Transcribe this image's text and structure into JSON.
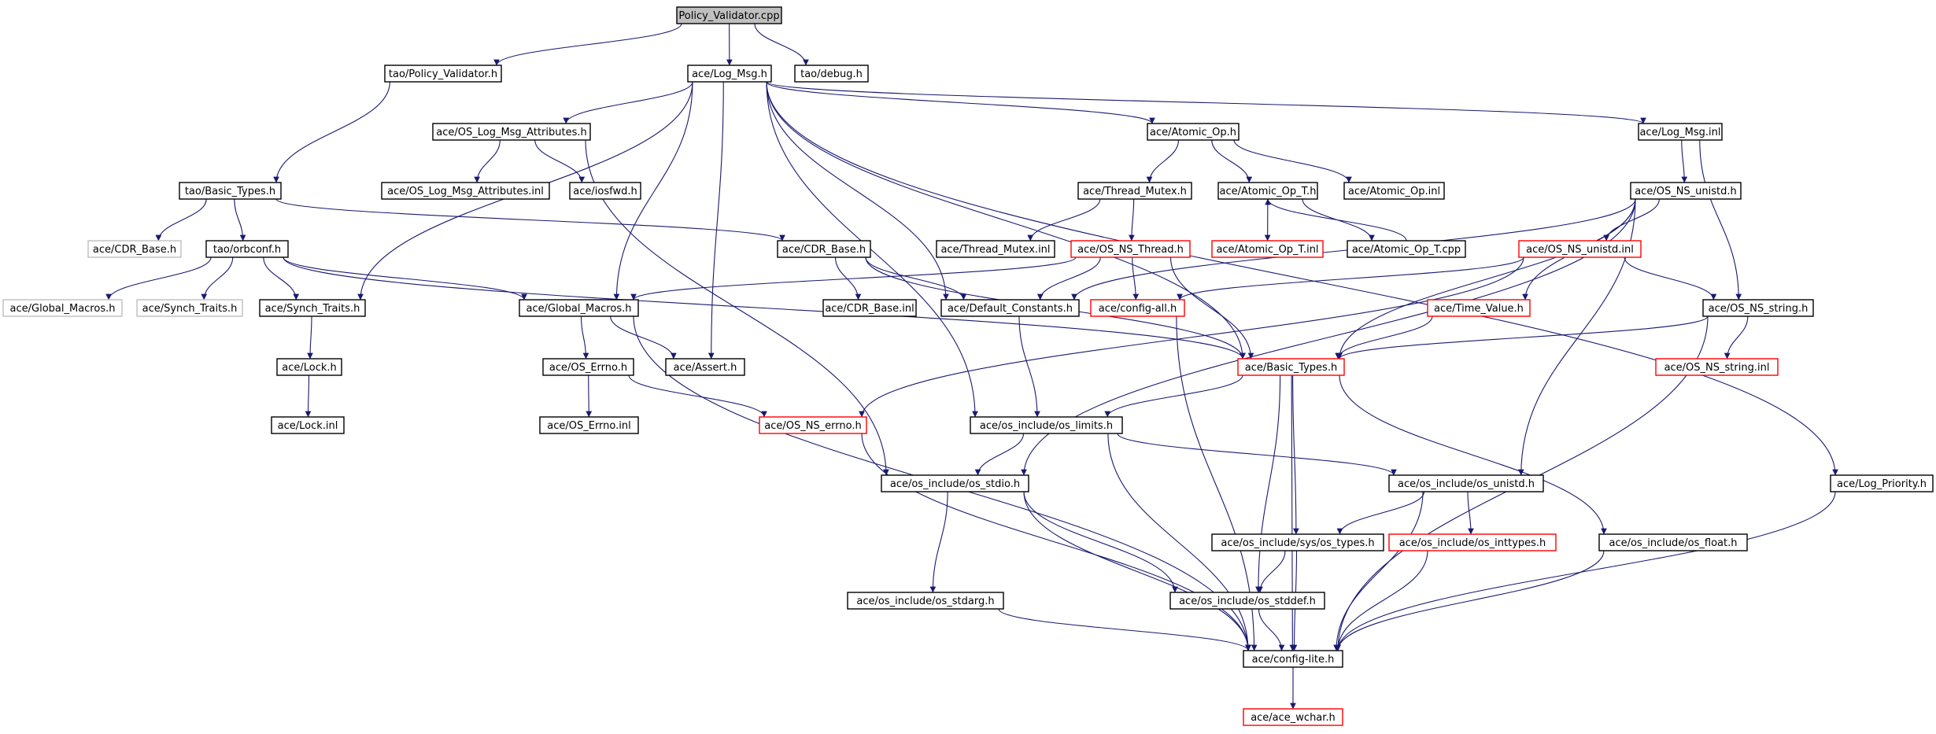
{
  "colors": {
    "edge": "#191970",
    "border_normal": "#000000",
    "border_missing": "#ff0000",
    "border_external": "#bfbfbf",
    "fill_root": "#bfbfbf",
    "fill_node": "#ffffff"
  },
  "nodes": [
    {
      "id": "policy_validator_cpp",
      "label": "Policy_Validator.cpp",
      "kind": "root"
    },
    {
      "id": "tao_policy_validator_h",
      "label": "tao/Policy_Validator.h",
      "kind": "normal"
    },
    {
      "id": "ace_log_msg_h",
      "label": "ace/Log_Msg.h",
      "kind": "normal"
    },
    {
      "id": "tao_debug_h",
      "label": "tao/debug.h",
      "kind": "normal"
    },
    {
      "id": "ace_os_log_msg_attributes_h",
      "label": "ace/OS_Log_Msg_Attributes.h",
      "kind": "normal"
    },
    {
      "id": "ace_atomic_op_h",
      "label": "ace/Atomic_Op.h",
      "kind": "normal"
    },
    {
      "id": "ace_log_msg_inl",
      "label": "ace/Log_Msg.inl",
      "kind": "normal"
    },
    {
      "id": "tao_basic_types_h",
      "label": "tao/Basic_Types.h",
      "kind": "normal"
    },
    {
      "id": "ace_os_log_msg_attributes_inl",
      "label": "ace/OS_Log_Msg_Attributes.inl",
      "kind": "normal"
    },
    {
      "id": "ace_iosfwd_h",
      "label": "ace/iosfwd.h",
      "kind": "normal"
    },
    {
      "id": "ace_thread_mutex_h",
      "label": "ace/Thread_Mutex.h",
      "kind": "normal"
    },
    {
      "id": "ace_atomic_op_t_h",
      "label": "ace/Atomic_Op_T.h",
      "kind": "normal"
    },
    {
      "id": "ace_atomic_op_inl",
      "label": "ace/Atomic_Op.inl",
      "kind": "normal"
    },
    {
      "id": "ace_os_ns_unistd_h",
      "label": "ace/OS_NS_unistd.h",
      "kind": "normal"
    },
    {
      "id": "ace_cdr_base_h_ext",
      "label": "ace/CDR_Base.h",
      "kind": "external"
    },
    {
      "id": "tao_orbconf_h",
      "label": "tao/orbconf.h",
      "kind": "normal"
    },
    {
      "id": "ace_cdr_base_h",
      "label": "ace/CDR_Base.h",
      "kind": "normal"
    },
    {
      "id": "ace_thread_mutex_inl",
      "label": "ace/Thread_Mutex.inl",
      "kind": "normal"
    },
    {
      "id": "ace_os_ns_thread_h",
      "label": "ace/OS_NS_Thread.h",
      "kind": "missing"
    },
    {
      "id": "ace_atomic_op_t_inl",
      "label": "ace/Atomic_Op_T.inl",
      "kind": "missing"
    },
    {
      "id": "ace_atomic_op_t_cpp",
      "label": "ace/Atomic_Op_T.cpp",
      "kind": "normal"
    },
    {
      "id": "ace_os_ns_unistd_inl",
      "label": "ace/OS_NS_unistd.inl",
      "kind": "missing"
    },
    {
      "id": "ace_global_macros_h_ext",
      "label": "ace/Global_Macros.h",
      "kind": "external"
    },
    {
      "id": "ace_synch_traits_h_ext",
      "label": "ace/Synch_Traits.h",
      "kind": "external"
    },
    {
      "id": "ace_synch_traits_h",
      "label": "ace/Synch_Traits.h",
      "kind": "normal"
    },
    {
      "id": "ace_global_macros_h",
      "label": "ace/Global_Macros.h",
      "kind": "normal"
    },
    {
      "id": "ace_cdr_base_inl",
      "label": "ace/CDR_Base.inl",
      "kind": "normal"
    },
    {
      "id": "ace_default_constants_h",
      "label": "ace/Default_Constants.h",
      "kind": "normal"
    },
    {
      "id": "ace_config_all_h",
      "label": "ace/config-all.h",
      "kind": "missing"
    },
    {
      "id": "ace_time_value_h",
      "label": "ace/Time_Value.h",
      "kind": "missing"
    },
    {
      "id": "ace_os_ns_string_h",
      "label": "ace/OS_NS_string.h",
      "kind": "normal"
    },
    {
      "id": "ace_lock_h",
      "label": "ace/Lock.h",
      "kind": "normal"
    },
    {
      "id": "ace_os_errno_h",
      "label": "ace/OS_Errno.h",
      "kind": "normal"
    },
    {
      "id": "ace_assert_h",
      "label": "ace/Assert.h",
      "kind": "normal"
    },
    {
      "id": "ace_basic_types_h",
      "label": "ace/Basic_Types.h",
      "kind": "missing"
    },
    {
      "id": "ace_os_ns_string_inl",
      "label": "ace/OS_NS_string.inl",
      "kind": "missing"
    },
    {
      "id": "ace_lock_inl",
      "label": "ace/Lock.inl",
      "kind": "normal"
    },
    {
      "id": "ace_os_errno_inl",
      "label": "ace/OS_Errno.inl",
      "kind": "normal"
    },
    {
      "id": "ace_os_ns_errno_h",
      "label": "ace/OS_NS_errno.h",
      "kind": "missing"
    },
    {
      "id": "ace_os_include_os_limits_h",
      "label": "ace/os_include/os_limits.h",
      "kind": "normal"
    },
    {
      "id": "ace_os_include_os_stdio_h",
      "label": "ace/os_include/os_stdio.h",
      "kind": "normal"
    },
    {
      "id": "ace_os_include_os_unistd_h",
      "label": "ace/os_include/os_unistd.h",
      "kind": "normal"
    },
    {
      "id": "ace_log_priority_h",
      "label": "ace/Log_Priority.h",
      "kind": "normal"
    },
    {
      "id": "ace_os_include_sys_os_types_h",
      "label": "ace/os_include/sys/os_types.h",
      "kind": "normal"
    },
    {
      "id": "ace_os_include_os_inttypes_h",
      "label": "ace/os_include/os_inttypes.h",
      "kind": "missing"
    },
    {
      "id": "ace_os_include_os_float_h",
      "label": "ace/os_include/os_float.h",
      "kind": "normal"
    },
    {
      "id": "ace_os_include_os_stdarg_h",
      "label": "ace/os_include/os_stdarg.h",
      "kind": "normal"
    },
    {
      "id": "ace_os_include_os_stddef_h",
      "label": "ace/os_include/os_stddef.h",
      "kind": "normal"
    },
    {
      "id": "ace_config_lite_h",
      "label": "ace/config-lite.h",
      "kind": "normal"
    },
    {
      "id": "ace_ace_wchar_h",
      "label": "ace/ace_wchar.h",
      "kind": "missing"
    }
  ],
  "edges": [
    [
      "policy_validator_cpp",
      "tao_policy_validator_h"
    ],
    [
      "policy_validator_cpp",
      "ace_log_msg_h"
    ],
    [
      "policy_validator_cpp",
      "tao_debug_h"
    ],
    [
      "tao_policy_validator_h",
      "tao_basic_types_h"
    ],
    [
      "tao_basic_types_h",
      "ace_cdr_base_h_ext"
    ],
    [
      "tao_basic_types_h",
      "tao_orbconf_h"
    ],
    [
      "tao_basic_types_h",
      "ace_cdr_base_h"
    ],
    [
      "tao_orbconf_h",
      "ace_global_macros_h_ext"
    ],
    [
      "tao_orbconf_h",
      "ace_synch_traits_h_ext"
    ],
    [
      "tao_orbconf_h",
      "ace_synch_traits_h"
    ],
    [
      "tao_orbconf_h",
      "ace_global_macros_h"
    ],
    [
      "tao_orbconf_h",
      "ace_basic_types_h"
    ],
    [
      "ace_log_msg_h",
      "ace_os_log_msg_attributes_h"
    ],
    [
      "ace_log_msg_h",
      "ace_atomic_op_h"
    ],
    [
      "ace_log_msg_h",
      "ace_log_msg_inl"
    ],
    [
      "ace_log_msg_h",
      "ace_log_priority_h"
    ],
    [
      "ace_log_msg_h",
      "ace_synch_traits_h"
    ],
    [
      "ace_log_msg_h",
      "ace_global_macros_h"
    ],
    [
      "ace_log_msg_h",
      "ace_assert_h"
    ],
    [
      "ace_log_msg_h",
      "ace_default_constants_h"
    ],
    [
      "ace_log_msg_h",
      "ace_os_include_os_limits_h"
    ],
    [
      "ace_log_msg_h",
      "ace_basic_types_h"
    ],
    [
      "ace_os_log_msg_attributes_h",
      "ace_os_log_msg_attributes_inl"
    ],
    [
      "ace_os_log_msg_attributes_h",
      "ace_iosfwd_h"
    ],
    [
      "ace_os_log_msg_attributes_h",
      "ace_os_include_os_stdio_h"
    ],
    [
      "ace_atomic_op_h",
      "ace_thread_mutex_h"
    ],
    [
      "ace_atomic_op_h",
      "ace_atomic_op_t_h"
    ],
    [
      "ace_atomic_op_h",
      "ace_atomic_op_inl"
    ],
    [
      "ace_atomic_op_t_h",
      "ace_atomic_op_t_inl"
    ],
    [
      "ace_atomic_op_t_h",
      "ace_atomic_op_t_cpp"
    ],
    [
      "ace_atomic_op_t_cpp",
      "ace_atomic_op_t_h"
    ],
    [
      "ace_thread_mutex_h",
      "ace_thread_mutex_inl"
    ],
    [
      "ace_thread_mutex_h",
      "ace_os_ns_thread_h"
    ],
    [
      "ace_os_ns_thread_h",
      "ace_global_macros_h"
    ],
    [
      "ace_os_ns_thread_h",
      "ace_default_constants_h"
    ],
    [
      "ace_os_ns_thread_h",
      "ace_config_all_h"
    ],
    [
      "ace_os_ns_thread_h",
      "ace_basic_types_h"
    ],
    [
      "ace_log_msg_inl",
      "ace_os_ns_unistd_h"
    ],
    [
      "ace_log_msg_inl",
      "ace_os_ns_string_h"
    ],
    [
      "ace_os_ns_unistd_h",
      "ace_os_ns_unistd_inl"
    ],
    [
      "ace_os_ns_unistd_h",
      "ace_time_value_h"
    ],
    [
      "ace_os_ns_unistd_h",
      "ace_basic_types_h"
    ],
    [
      "ace_os_ns_unistd_h",
      "ace_os_include_os_unistd_h"
    ],
    [
      "ace_os_ns_unistd_h",
      "ace_os_include_os_stdio_h"
    ],
    [
      "ace_os_ns_unistd_h",
      "ace_default_constants_h"
    ],
    [
      "ace_os_ns_unistd_inl",
      "ace_os_ns_errno_h"
    ],
    [
      "ace_os_ns_unistd_inl",
      "ace_config_all_h"
    ],
    [
      "ace_os_ns_unistd_inl",
      "ace_os_ns_string_h"
    ],
    [
      "ace_cdr_base_h",
      "ace_cdr_base_inl"
    ],
    [
      "ace_cdr_base_h",
      "ace_default_constants_h"
    ],
    [
      "ace_cdr_base_h",
      "ace_basic_types_h"
    ],
    [
      "ace_synch_traits_h",
      "ace_lock_h"
    ],
    [
      "ace_lock_h",
      "ace_lock_inl"
    ],
    [
      "ace_global_macros_h",
      "ace_os_errno_h"
    ],
    [
      "ace_global_macros_h",
      "ace_assert_h"
    ],
    [
      "ace_global_macros_h",
      "ace_config_lite_h"
    ],
    [
      "ace_os_errno_h",
      "ace_os_errno_inl"
    ],
    [
      "ace_os_errno_h",
      "ace_os_ns_errno_h"
    ],
    [
      "ace_os_ns_errno_h",
      "ace_config_lite_h"
    ],
    [
      "ace_default_constants_h",
      "ace_os_include_os_limits_h"
    ],
    [
      "ace_config_all_h",
      "ace_config_lite_h"
    ],
    [
      "ace_time_value_h",
      "ace_basic_types_h"
    ],
    [
      "ace_os_ns_string_h",
      "ace_os_ns_string_inl"
    ],
    [
      "ace_os_ns_string_h",
      "ace_basic_types_h"
    ],
    [
      "ace_os_ns_string_h",
      "ace_config_lite_h"
    ],
    [
      "ace_basic_types_h",
      "ace_os_include_os_limits_h"
    ],
    [
      "ace_basic_types_h",
      "ace_os_include_sys_os_types_h"
    ],
    [
      "ace_basic_types_h",
      "ace_os_include_os_float_h"
    ],
    [
      "ace_basic_types_h",
      "ace_os_include_os_stddef_h"
    ],
    [
      "ace_basic_types_h",
      "ace_config_lite_h"
    ],
    [
      "ace_os_include_os_limits_h",
      "ace_os_include_os_stdio_h"
    ],
    [
      "ace_os_include_os_limits_h",
      "ace_os_include_os_unistd_h"
    ],
    [
      "ace_os_include_os_limits_h",
      "ace_config_lite_h"
    ],
    [
      "ace_os_include_os_stdio_h",
      "ace_os_include_os_stdarg_h"
    ],
    [
      "ace_os_include_os_stdio_h",
      "ace_os_include_os_stddef_h"
    ],
    [
      "ace_os_include_os_stdio_h",
      "ace_config_lite_h"
    ],
    [
      "ace_os_include_os_unistd_h",
      "ace_os_include_sys_os_types_h"
    ],
    [
      "ace_os_include_os_unistd_h",
      "ace_os_include_os_inttypes_h"
    ],
    [
      "ace_os_include_os_unistd_h",
      "ace_config_lite_h"
    ],
    [
      "ace_os_include_sys_os_types_h",
      "ace_os_include_os_stddef_h"
    ],
    [
      "ace_os_include_sys_os_types_h",
      "ace_config_lite_h"
    ],
    [
      "ace_os_include_os_inttypes_h",
      "ace_config_lite_h"
    ],
    [
      "ace_os_include_os_float_h",
      "ace_config_lite_h"
    ],
    [
      "ace_os_include_os_stdarg_h",
      "ace_config_lite_h"
    ],
    [
      "ace_os_include_os_stddef_h",
      "ace_config_lite_h"
    ],
    [
      "ace_log_priority_h",
      "ace_config_lite_h"
    ],
    [
      "ace_config_lite_h",
      "ace_ace_wchar_h"
    ]
  ]
}
